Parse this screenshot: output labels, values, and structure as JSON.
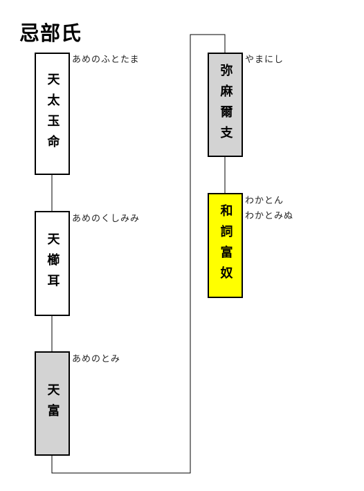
{
  "title": "忌部氏",
  "colors": {
    "line": "#000000",
    "box_plain": "#ffffff",
    "box_gray": "#d3d3d3",
    "box_highlight": "#ffff00"
  },
  "people": [
    {
      "id": "ame-no-futotama",
      "name": "天太玉命",
      "readings": [
        "あめのふとたま"
      ],
      "fill": "box_plain"
    },
    {
      "id": "ame-no-kushimimi",
      "name": "天櫛耳",
      "readings": [
        "あめのくしみみ"
      ],
      "fill": "box_plain"
    },
    {
      "id": "ame-no-tomi",
      "name": "天富",
      "readings": [
        "あめのとみ"
      ],
      "fill": "box_gray"
    },
    {
      "id": "yamanishi",
      "name": "弥麻爾支",
      "readings": [
        "やまにし"
      ],
      "fill": "box_gray"
    },
    {
      "id": "wakaton",
      "name": "和詞富奴",
      "readings": [
        "わかとん",
        "わかとみぬ"
      ],
      "fill": "box_highlight"
    }
  ]
}
